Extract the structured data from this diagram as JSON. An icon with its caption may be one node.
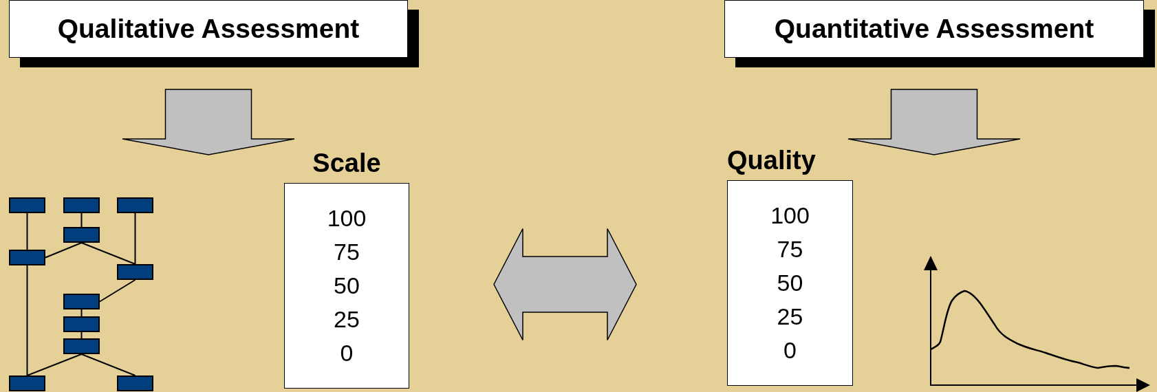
{
  "diagram": {
    "nodes": [
      {
        "text": [
          "Qualitative Assessment"
        ]
      },
      {
        "text": [
          "Quantitative Assessment"
        ]
      },
      {
        "text": [
          "Scale",
          "100",
          "75",
          "50",
          "25",
          "0"
        ]
      },
      {
        "text": [
          "Quality",
          "100",
          "75",
          "50",
          "25",
          "0"
        ]
      },
      {
        "text": [],
        "shape": "box"
      },
      {
        "text": [],
        "shape": "box"
      },
      {
        "text": [],
        "shape": "box"
      },
      {
        "text": [],
        "shape": "box"
      },
      {
        "text": [],
        "shape": "box"
      },
      {
        "text": [],
        "shape": "box"
      },
      {
        "text": [],
        "shape": "box"
      },
      {
        "text": [],
        "shape": "box"
      },
      {
        "text": [],
        "shape": "box"
      },
      {
        "text": [],
        "shape": "box"
      },
      {
        "text": [],
        "shape": "box"
      }
    ],
    "edges": [
      {
        "from": 0,
        "to": null,
        "arrow": "to",
        "style": "thick"
      },
      {
        "from": 1,
        "to": null,
        "arrow": "to",
        "style": "thick"
      },
      {
        "from": 2,
        "to": 3,
        "arrow": "both",
        "style": "thick"
      },
      {
        "from": 4,
        "to": 8,
        "arrow": "none"
      },
      {
        "from": 5,
        "to": 7,
        "arrow": "none"
      },
      {
        "from": 6,
        "to": 9,
        "arrow": "none"
      },
      {
        "from": 7,
        "to": 8,
        "arrow": "none"
      },
      {
        "from": 7,
        "to": 9,
        "arrow": "none"
      },
      {
        "from": 9,
        "to": 10,
        "arrow": "none"
      },
      {
        "from": 10,
        "to": 11,
        "arrow": "none"
      },
      {
        "from": 11,
        "to": 12,
        "arrow": "none"
      },
      {
        "from": 12,
        "to": 13,
        "arrow": "none"
      },
      {
        "from": 12,
        "to": 14,
        "arrow": "none"
      },
      {
        "from": 8,
        "to": 13,
        "arrow": "none"
      }
    ]
  }
}
